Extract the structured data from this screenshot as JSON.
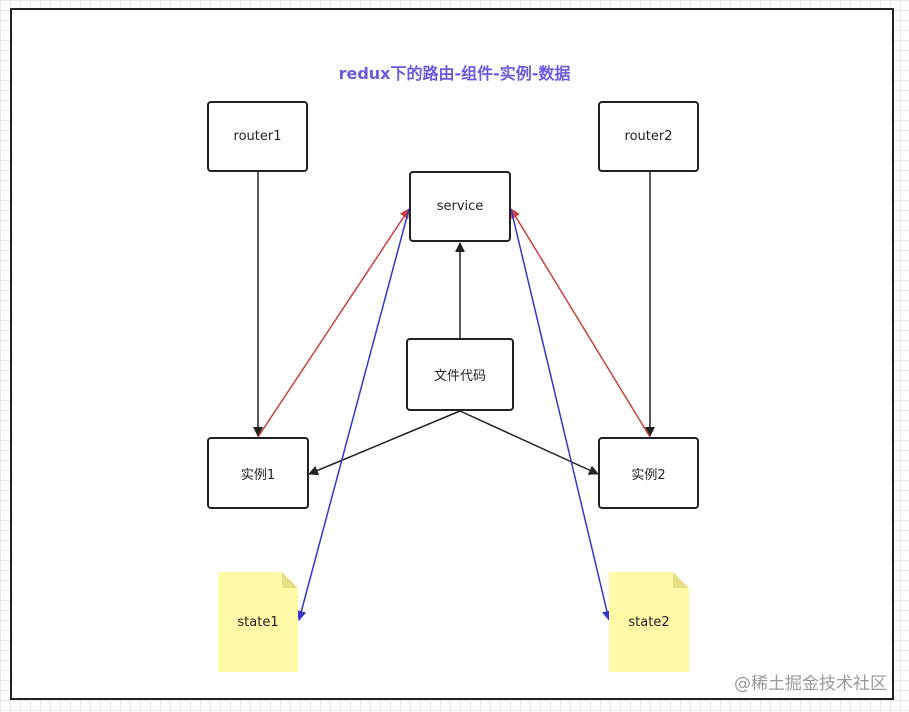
{
  "title": "redux下的路由-组件-实例-数据",
  "nodes": {
    "router1": "router1",
    "router2": "router2",
    "service": "service",
    "file_code": "文件代码",
    "instance1": "实例1",
    "instance2": "实例2",
    "state1": "state1",
    "state2": "state2"
  },
  "watermark": "@稀土掘金技术社区",
  "colors": {
    "title": "#6a5adf",
    "red_arrow": "#c94040",
    "blue_arrow": "#3636c8",
    "black_arrow": "#222222",
    "note_fill": "#fffaa8",
    "note_fold": "#e6de85"
  }
}
